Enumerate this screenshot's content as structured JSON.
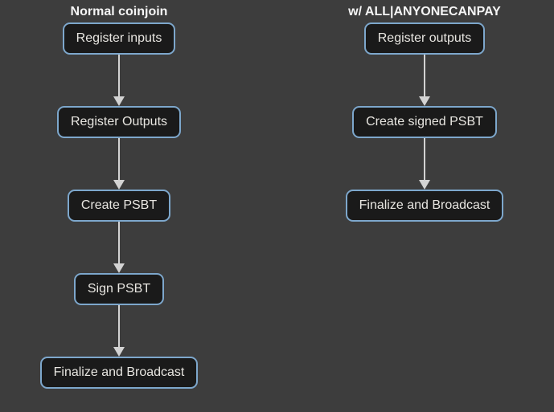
{
  "diagram": {
    "columns": [
      {
        "title": "Normal coinjoin",
        "nodes": [
          "Register inputs",
          "Register Outputs",
          "Create PSBT",
          "Sign PSBT",
          "Finalize and Broadcast"
        ]
      },
      {
        "title": "w/ ALL|ANYONECANPAY",
        "nodes": [
          "Register outputs",
          "Create signed PSBT",
          "Finalize and Broadcast"
        ]
      }
    ]
  },
  "colors": {
    "background": "#3d3d3d",
    "node_fill": "#1a1a1a",
    "node_border": "#7da7cc",
    "node_text": "#e8e6e1",
    "title_text": "#f5f5f5",
    "arrow": "#d3d3d3"
  }
}
